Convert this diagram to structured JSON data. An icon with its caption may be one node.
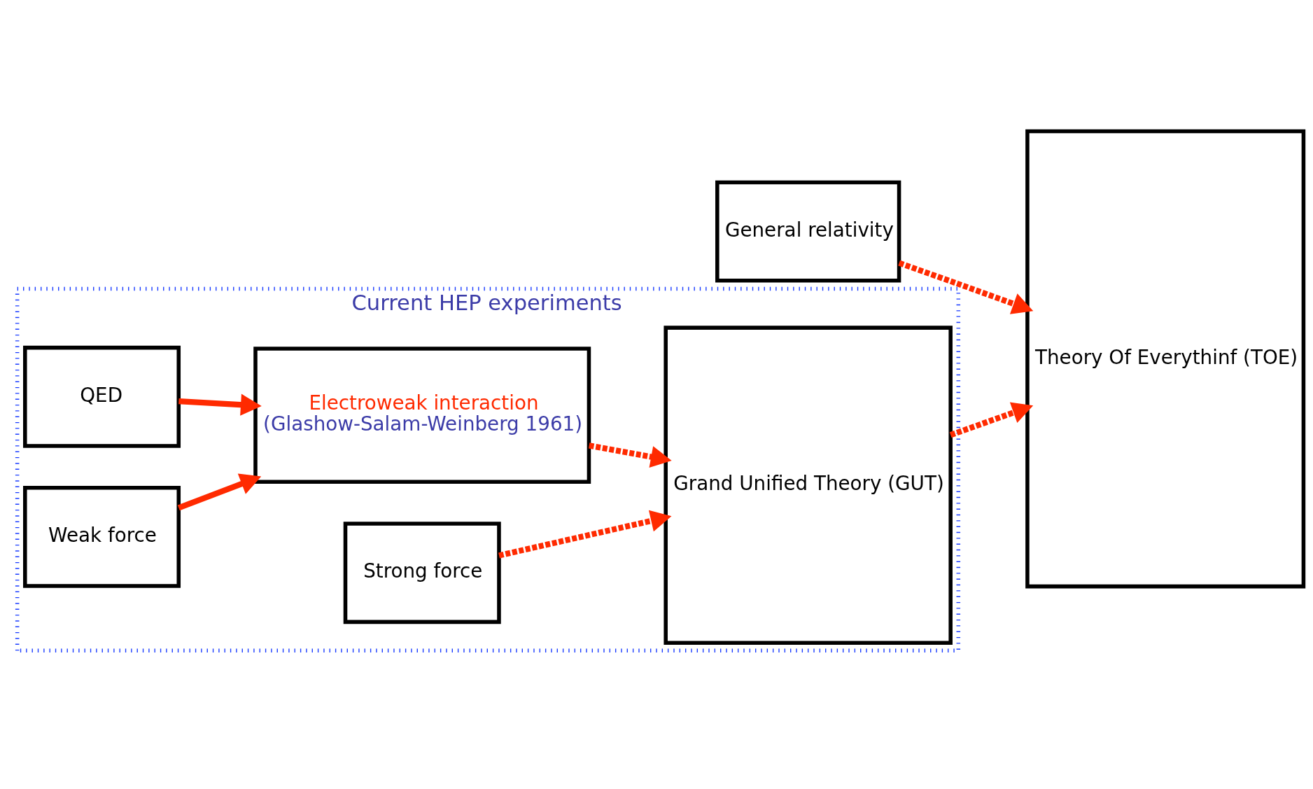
{
  "diagram": {
    "nodes": [
      {
        "text": [
          "General relativity"
        ]
      },
      {
        "text": [
          "Current HEP experiments"
        ]
      },
      {
        "text": [
          "QED"
        ],
        "in": 1
      },
      {
        "text": [
          "Weak force"
        ],
        "in": 1
      },
      {
        "text": [
          "Strong force"
        ],
        "in": 1
      },
      {
        "text": [
          "Electroweak interaction",
          "(Glashow-Salam-Weinberg 1961)"
        ],
        "in": 1
      },
      {
        "text": [
          "Grand Unified Theory (GUT)"
        ],
        "in": 1
      },
      {
        "text": [
          "Theory Of Everythinf (TOE)"
        ]
      }
    ],
    "edges": [
      {
        "from": 2,
        "to": 5,
        "arrow": "to"
      },
      {
        "from": 3,
        "to": 5,
        "arrow": "to"
      },
      {
        "from": 5,
        "to": 6,
        "arrow": "to",
        "style": "dashed"
      },
      {
        "from": 4,
        "to": 6,
        "arrow": "to",
        "style": "dashed"
      },
      {
        "from": 0,
        "to": 7,
        "arrow": "to",
        "style": "dashed"
      },
      {
        "from": 6,
        "to": 7,
        "arrow": "to",
        "style": "dashed"
      }
    ]
  }
}
